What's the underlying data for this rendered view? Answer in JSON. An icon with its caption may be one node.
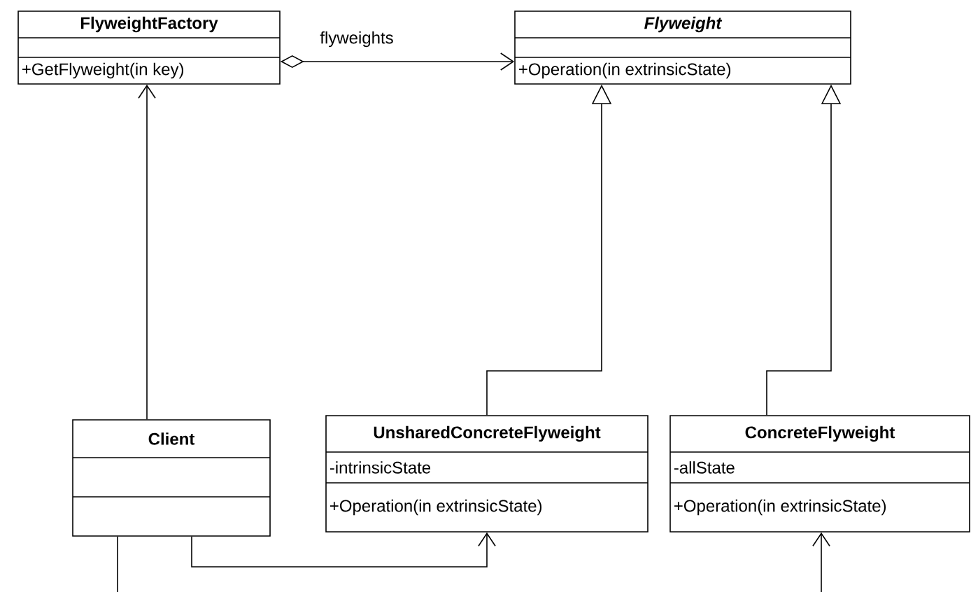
{
  "diagram": {
    "nodes": [
      {
        "text": [
          "FlyweightFactory",
          "+GetFlyweight(in key)"
        ]
      },
      {
        "text": [
          "Flyweight",
          "+Operation(in extrinsicState)"
        ]
      },
      {
        "text": [
          "Client"
        ]
      },
      {
        "text": [
          "UnsharedConcreteFlyweight",
          "-intrinsicState",
          "+Operation(in extrinsicState)"
        ]
      },
      {
        "text": [
          "ConcreteFlyweight",
          "-allState",
          "+Operation(in extrinsicState)"
        ]
      }
    ],
    "edges": [
      {
        "from": 0,
        "to": 1,
        "arrow": "to",
        "label": "flyweights"
      },
      {
        "from": 2,
        "to": 0,
        "arrow": "to"
      },
      {
        "from": 3,
        "to": 1,
        "arrow": "to"
      },
      {
        "from": 4,
        "to": 1,
        "arrow": "to"
      },
      {
        "from": 2,
        "to": 3,
        "arrow": "to"
      },
      {
        "from": 2,
        "to": null,
        "arrow": "none"
      },
      {
        "from": null,
        "to": 4,
        "arrow": "to"
      }
    ]
  }
}
